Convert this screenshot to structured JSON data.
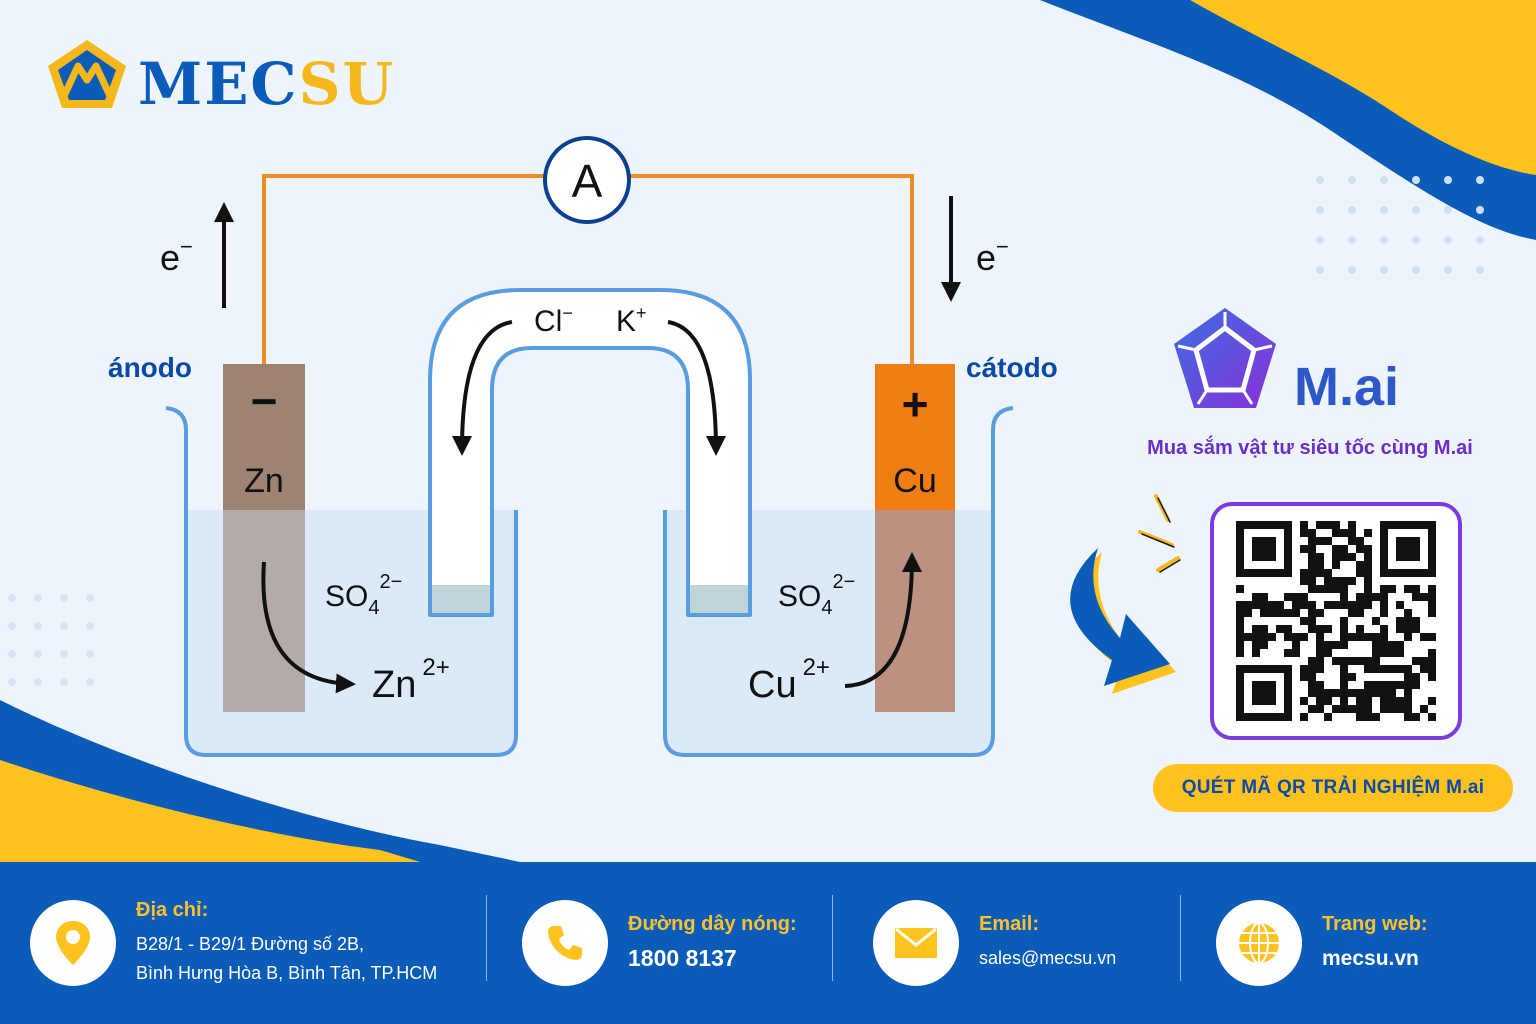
{
  "brand": {
    "name_part1": "MEC",
    "name_part2": "SU"
  },
  "diagram": {
    "ammeter": "A",
    "electron_left": "e",
    "electron_right": "e",
    "electron_charge": "−",
    "anode_label": "ánodo",
    "cathode_label": "cátodo",
    "anode_sign": "−",
    "cathode_sign": "+",
    "anode_metal": "Zn",
    "cathode_metal": "Cu",
    "bridge_anion": "Cl",
    "bridge_anion_charge": "−",
    "bridge_cation": "K",
    "bridge_cation_charge": "+",
    "sulfate_base": "SO",
    "sulfate_sub": "4",
    "sulfate_charge": "2−",
    "zn_ion_base": "Zn",
    "zn_ion_charge": "2+",
    "cu_ion_base": "Cu",
    "cu_ion_charge": "2+"
  },
  "promo": {
    "name": "M.ai",
    "slogan": "Mua sắm vật tư siêu tốc cùng M.ai",
    "cta": "QUÉT MÃ QR TRẢI NGHIỆM M.ai"
  },
  "footer": {
    "address_title": "Địa chỉ:",
    "address_line1": "B28/1 - B29/1 Đường số 2B,",
    "address_line2": "Bình Hưng Hòa B, Bình Tân, TP.HCM",
    "hotline_title": "Đường dây nóng:",
    "hotline_value": "1800 8137",
    "email_title": "Email:",
    "email_value": "sales@mecsu.vn",
    "web_title": "Trang web:",
    "web_value": "mecsu.vn"
  },
  "colors": {
    "primary_blue": "#0a5cb8",
    "accent_yellow": "#ffc21f",
    "wire_orange": "#f28c1e",
    "zinc_brown": "#9e8372",
    "copper_orange": "#f07d12",
    "purple": "#7a3be0"
  },
  "icons": [
    "location-pin-icon",
    "phone-icon",
    "mail-icon",
    "globe-icon",
    "mai-pentagon-icon",
    "mecsu-logo-icon"
  ]
}
